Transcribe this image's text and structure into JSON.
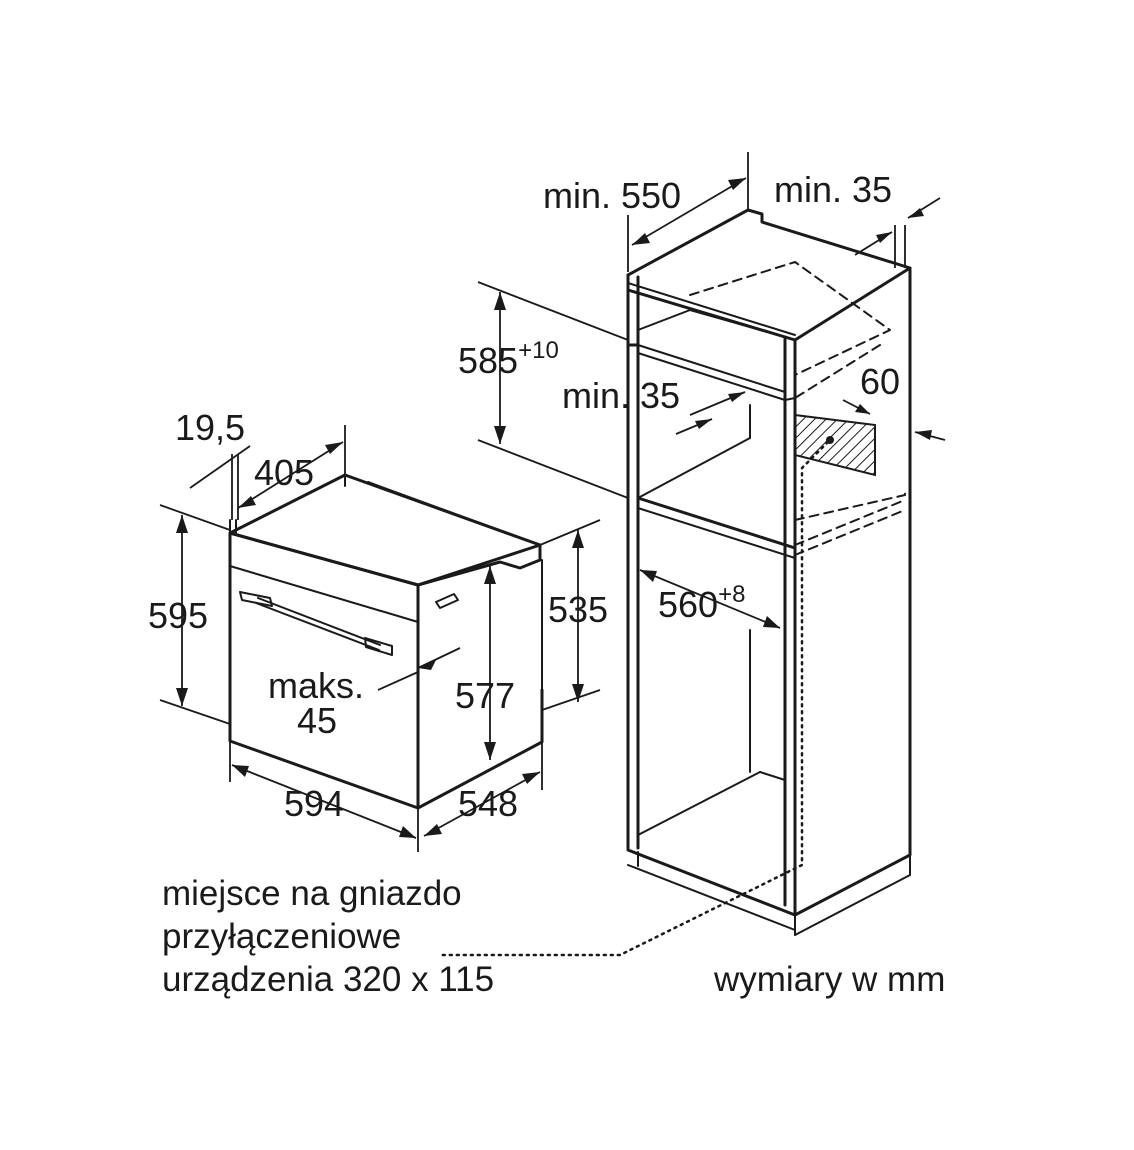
{
  "labels": {
    "oven_depth_front": "19,5",
    "oven_depth_top": "405",
    "oven_height": "595",
    "oven_body_height": "535",
    "oven_inner_height": "577",
    "oven_width": "594",
    "oven_depth": "548",
    "gap_max_prefix": "maks.",
    "gap_max_value": "45",
    "cabinet_depth": "min. 550",
    "cabinet_back_gap": "min. 35",
    "niche_height_base": "585",
    "niche_height_tol": "+10",
    "shelf_gap": "min. 35",
    "vent": "60",
    "niche_width_base": "560",
    "niche_width_tol": "+8"
  },
  "note": {
    "socket_line1": "miejsce na gniazdo",
    "socket_line2": "przyłączeniowe",
    "socket_line3": "urządzenia 320 x 115",
    "units": "wymiary w mm"
  }
}
